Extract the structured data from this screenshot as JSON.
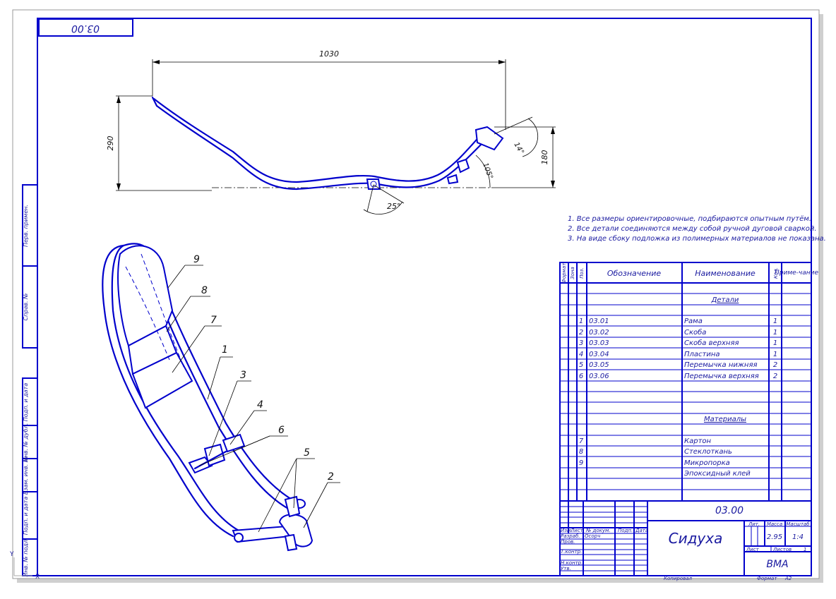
{
  "drawing_code_corner": "03.00",
  "dimensions": {
    "length": "1030",
    "height_left": "290",
    "height_right": "180",
    "angle_bottom": "25°",
    "angle_right_1": "105°",
    "angle_right_2": "14°"
  },
  "notes": [
    "1. Все размеры ориентировочные, подбираются опытным путём.",
    "2. Все детали соединяются между собой ручной дуговой сваркой.",
    "3. На виде сбоку подложка из полимерных материалов не показана."
  ],
  "callouts": [
    "9",
    "8",
    "7",
    "1",
    "3",
    "4",
    "6",
    "5",
    "2"
  ],
  "left_strip": {
    "perv_primen": "Перв. примен.",
    "sprav_no": "Справ. №",
    "podp_data_1": "Подп. и дата",
    "inv_dubl": "Инв. № дубл.",
    "vzam_inv": "Взам. инв. №",
    "podp_data_2": "Подп. и дата",
    "inv_podl": "Инв. № подл."
  },
  "spec": {
    "headers": {
      "format": "Формат",
      "zone": "Зона",
      "pos": "Поз.",
      "designation": "Обозначение",
      "name": "Наименование",
      "qty": "Кол.",
      "note": "Приме-чание"
    },
    "section_details": "Детали",
    "rows": [
      {
        "pos": "1",
        "designation": "03.01",
        "name": "Рама",
        "qty": "1"
      },
      {
        "pos": "2",
        "designation": "03.02",
        "name": "Скоба",
        "qty": "1"
      },
      {
        "pos": "3",
        "designation": "03.03",
        "name": "Скоба верхняя",
        "qty": "1"
      },
      {
        "pos": "4",
        "designation": "03.04",
        "name": "Пластина",
        "qty": "1"
      },
      {
        "pos": "5",
        "designation": "03.05",
        "name": "Перемычка нижняя",
        "qty": "2"
      },
      {
        "pos": "6",
        "designation": "03.06",
        "name": "Перемычка верхняя",
        "qty": "2"
      }
    ],
    "section_materials": "Материалы",
    "materials": [
      {
        "pos": "7",
        "name": "Картон"
      },
      {
        "pos": "8",
        "name": "Стеклоткань"
      },
      {
        "pos": "9",
        "name": "Микропорка"
      },
      {
        "pos": "",
        "name": "Эпоксидный клей"
      }
    ]
  },
  "title_block": {
    "designation": "03.00",
    "title": "Сидуха",
    "lit": "Лит.",
    "mass": "Масса",
    "scale": "Масштаб",
    "mass_value": "2.95",
    "scale_value": "1:4",
    "sheet": "Лист",
    "sheets": "Листов",
    "sheets_value": "1",
    "org": "ВМА",
    "rows": {
      "izm": "Изм.",
      "list": "Лист",
      "doc": "№ докум.",
      "podp": "Подп.",
      "date": "Дата",
      "razrab": "Разраб.",
      "razrab_name": "Осорч",
      "prov": "Пров.",
      "tkontr": "Т.контр.",
      "nkontr": "Н.контр.",
      "utv": "Утв."
    },
    "copied": "Копировал",
    "format": "Формат",
    "format_value": "A2"
  }
}
